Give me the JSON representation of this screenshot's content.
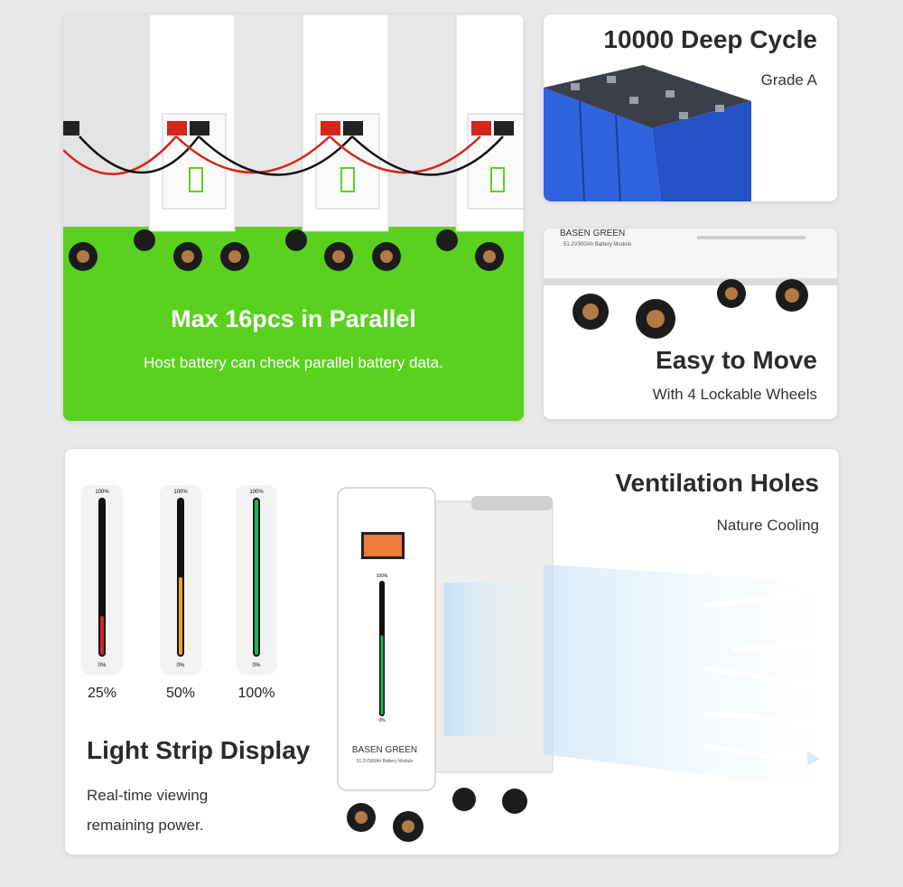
{
  "parallel": {
    "title": "Max 16pcs in Parallel",
    "subtitle": "Host battery can check parallel battery data."
  },
  "deep_cycle": {
    "title": "10000 Deep Cycle",
    "subtitle": "Grade A"
  },
  "easy_move": {
    "title": "Easy to Move",
    "subtitle": "With 4 Lockable Wheels",
    "module_brand": "BASEN GREEN",
    "module_label": "51.2V300Ah Battery Module"
  },
  "light_strip": {
    "title": "Light Strip Display",
    "subtitle_line1": "Real-time viewing",
    "subtitle_line2": "remaining power.",
    "indicators": [
      {
        "percent_label": "25%",
        "level": 0.25,
        "top_label": "100%",
        "bottom_label": "0%"
      },
      {
        "percent_label": "50%",
        "level": 0.5,
        "top_label": "100%",
        "bottom_label": "0%"
      },
      {
        "percent_label": "100%",
        "level": 1.0,
        "top_label": "100%",
        "bottom_label": "0%"
      }
    ]
  },
  "ventilation": {
    "title": "Ventilation Holes",
    "subtitle": "Nature Cooling",
    "brand": "BASEN GREEN",
    "module_label": "51.2V300Ah Battery Module",
    "strip_top_label": "100%",
    "strip_bottom_label": "0%",
    "strip_level": 0.6
  },
  "colors": {
    "green_bg": "#5ad11e",
    "level_red": "#d6261b",
    "level_orange": "#f0a21d",
    "level_green": "#1fb552",
    "cell_blue": "#2f63e0"
  }
}
